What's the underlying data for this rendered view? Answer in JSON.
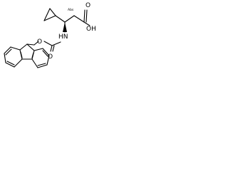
{
  "molecule": {
    "atom_labels": {
      "oxygen": "O",
      "hydroxyl": "OH",
      "nitrogen_h": "HN",
      "ester_oxygen": "O",
      "carbonyl_oxygen": "O"
    },
    "stereo_label": "Abs",
    "colors": {
      "bond": "#000000",
      "text": "#000000",
      "background": "#ffffff"
    }
  }
}
